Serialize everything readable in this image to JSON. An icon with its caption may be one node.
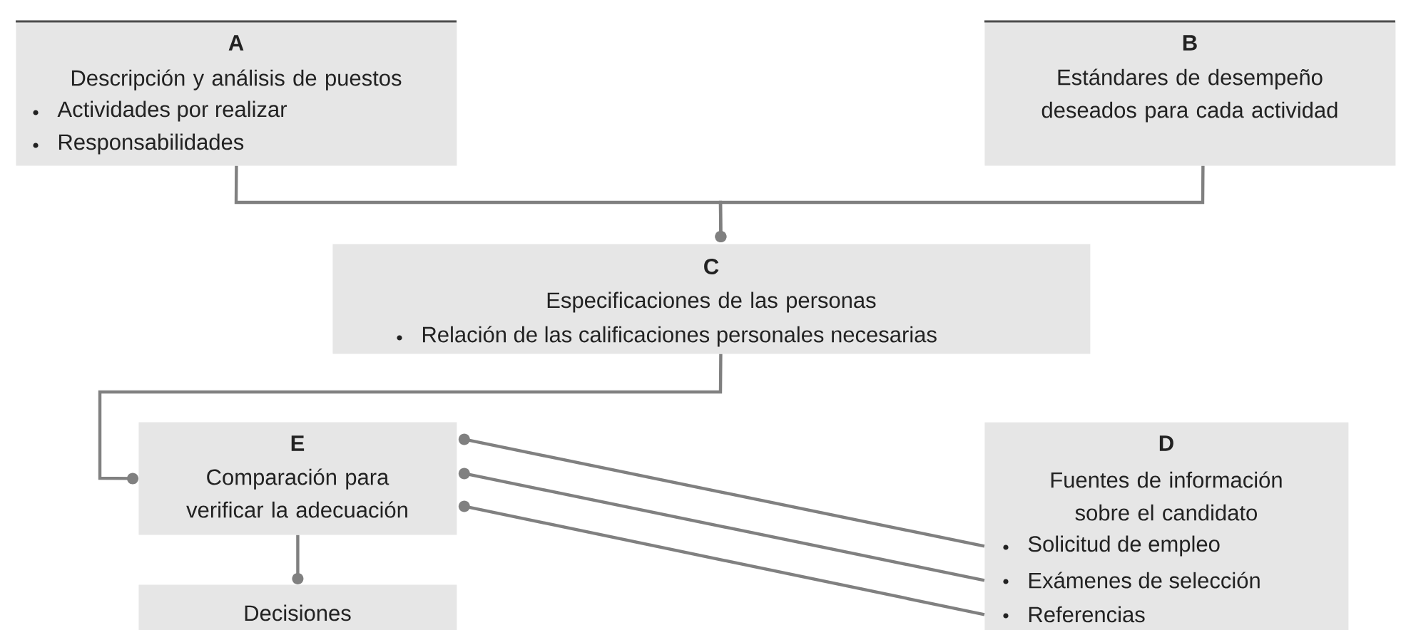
{
  "diagram": {
    "nodes": [
      {
        "text": [
          "A",
          "Descripción y análisis de puestos",
          "Actividades por realizar",
          "Responsabilidades"
        ]
      },
      {
        "text": [
          "B",
          "Estándares de desempeño deseados para cada actividad"
        ]
      },
      {
        "text": [
          "C",
          "Especificaciones de las personas",
          "Relación de las calificaciones personales necesarias"
        ]
      },
      {
        "text": [
          "E",
          "Comparación para verificar la adecuación"
        ]
      },
      {
        "text": [
          "D",
          "Fuentes de información sobre el candidato",
          "Solicitud de empleo",
          "Exámenes de selección",
          "Referencias"
        ]
      },
      {
        "text": [
          "Decisiones"
        ]
      }
    ],
    "edges": [
      {
        "from": 0,
        "to": 2,
        "arrow": "other"
      },
      {
        "from": 1,
        "to": 2,
        "arrow": "other"
      },
      {
        "from": 2,
        "to": 3,
        "arrow": "other"
      },
      {
        "from": 4,
        "to": 3,
        "arrow": "other"
      },
      {
        "from": 4,
        "to": 3,
        "arrow": "other"
      },
      {
        "from": 4,
        "to": 3,
        "arrow": "other"
      },
      {
        "from": 3,
        "to": 5,
        "arrow": "other"
      }
    ]
  }
}
